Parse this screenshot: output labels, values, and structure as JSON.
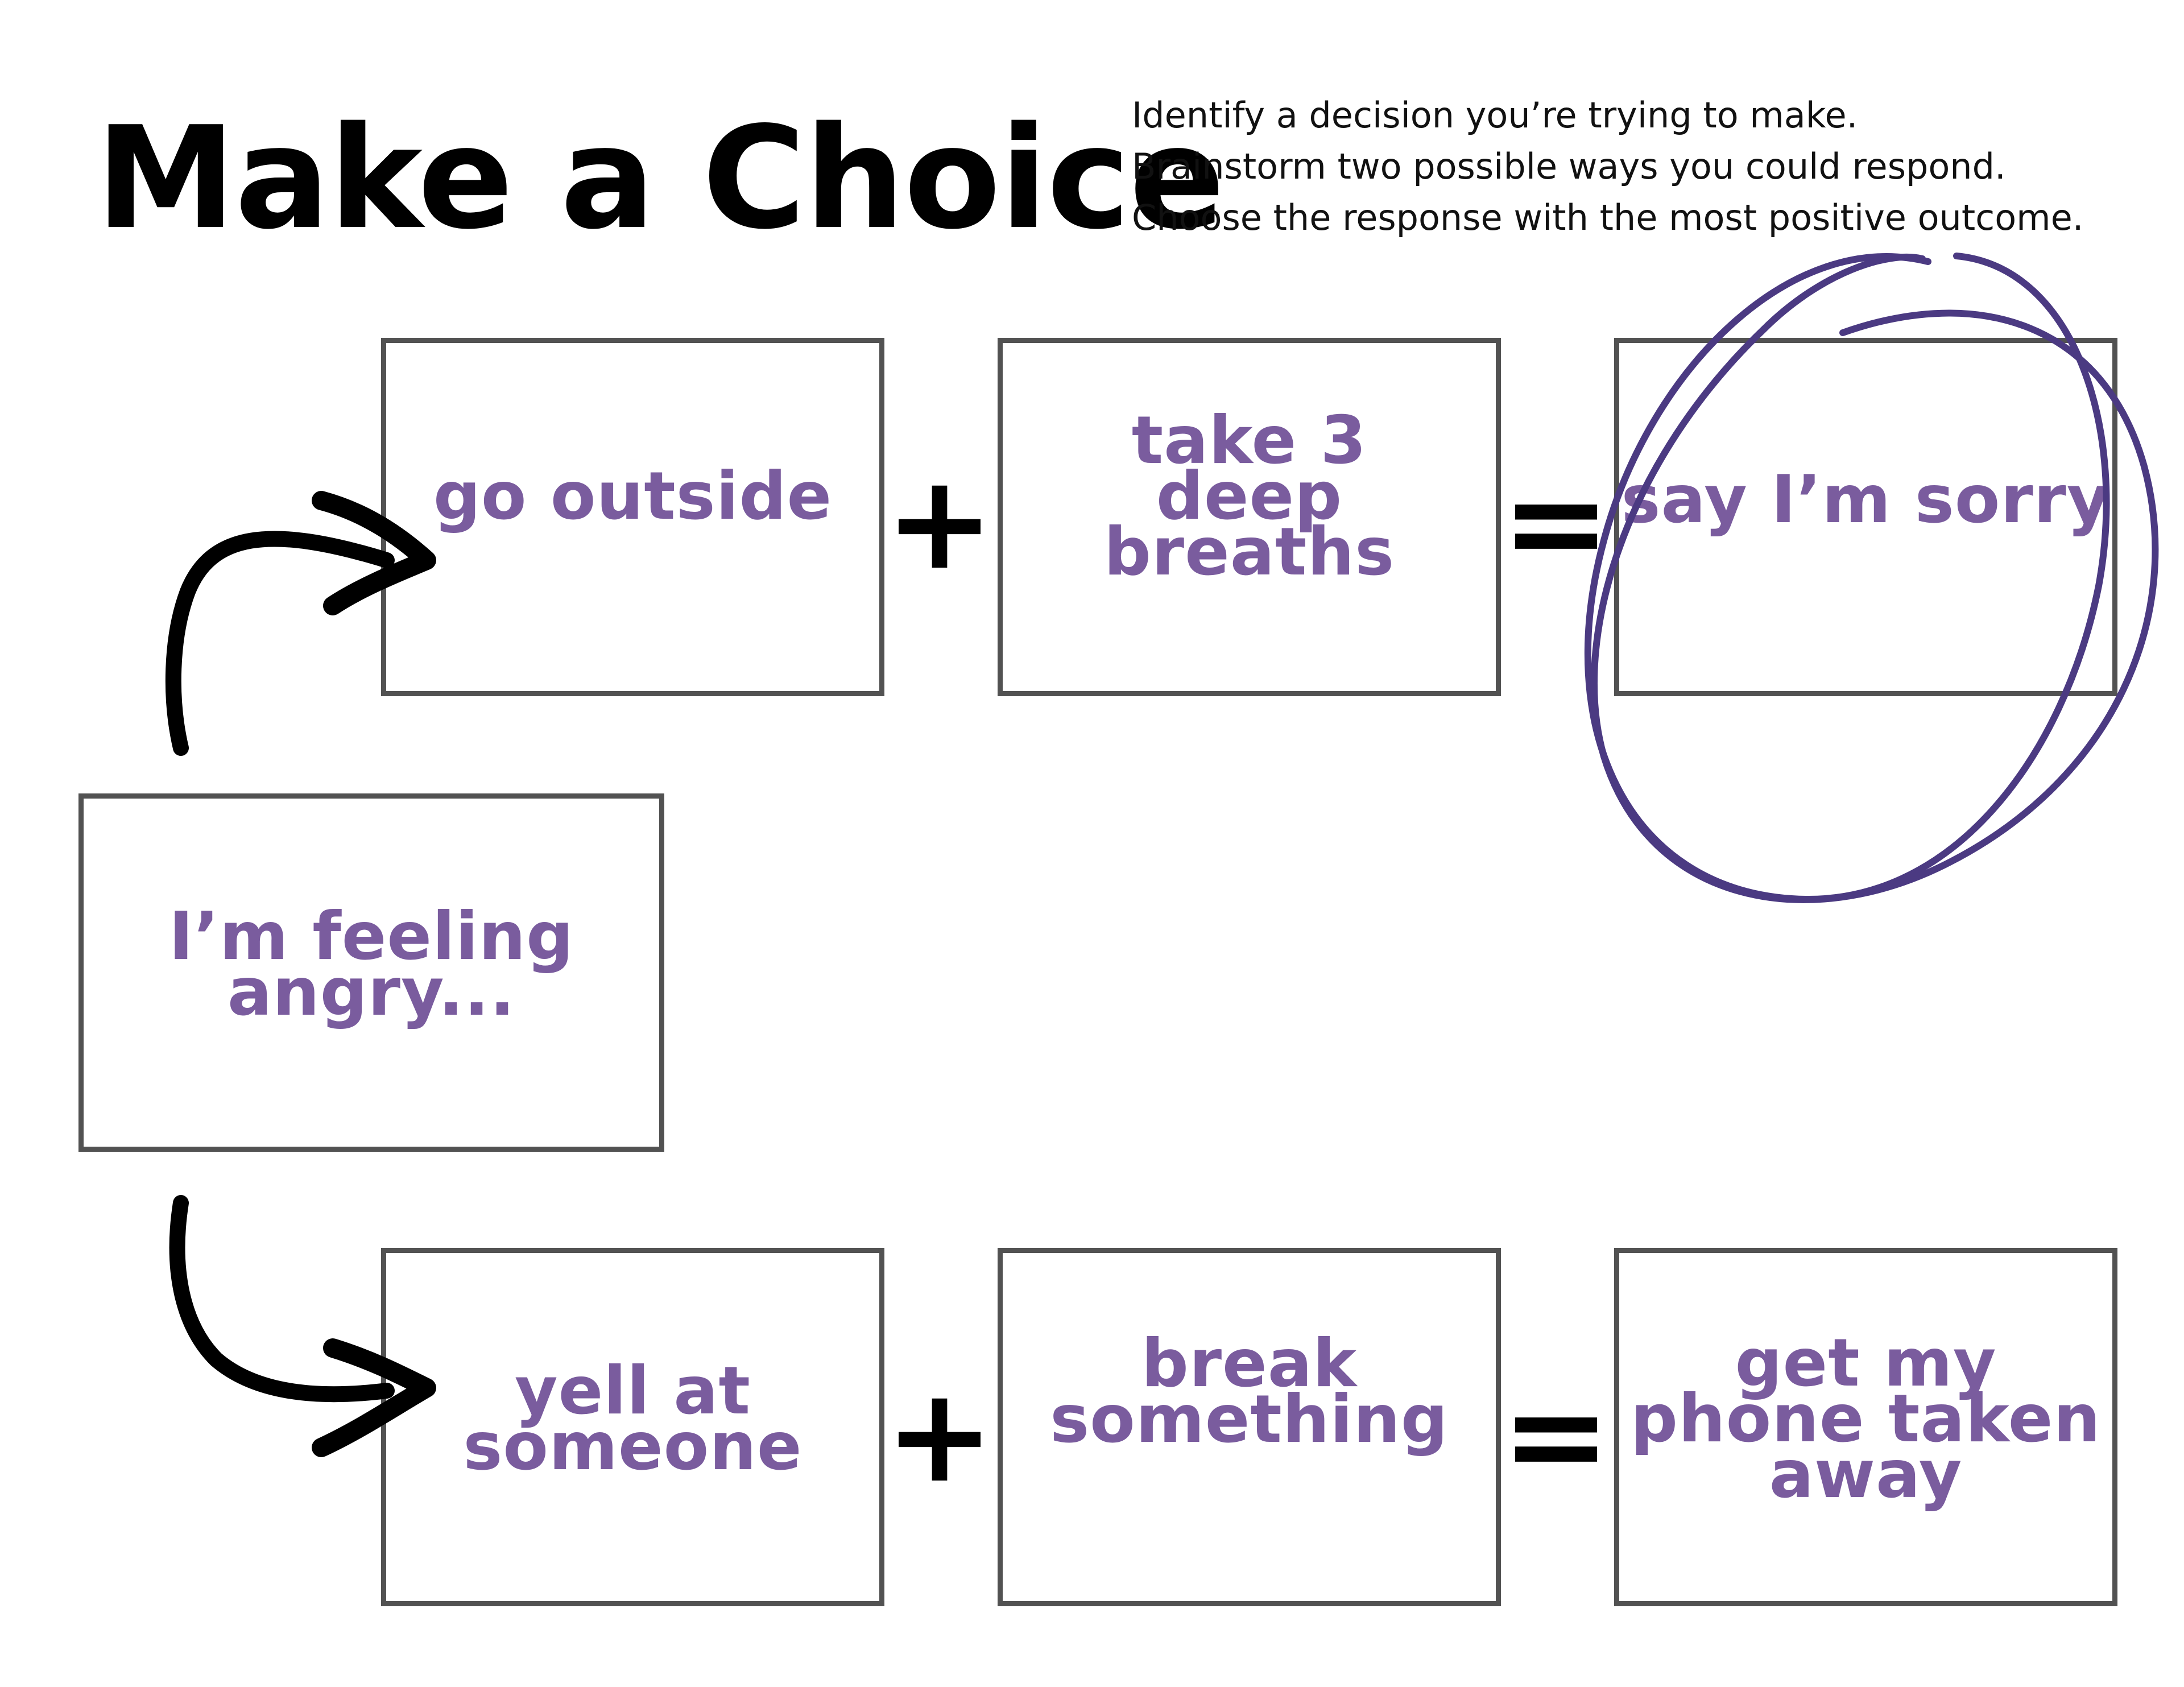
{
  "title": "Make a Choice",
  "instructions": [
    "Identify a decision you’re trying to make.",
    "Brainstorm two possible ways you could respond.",
    "Choose the response with the most positive outcome."
  ],
  "start": {
    "text": "I’m feeling\nangry..."
  },
  "top_row": {
    "first": "go outside",
    "second": "take 3\ndeep breaths",
    "outcome": "say I’m sorry",
    "plus": "+",
    "equals": "="
  },
  "bottom_row": {
    "first": "yell at\nsomeone",
    "second": "break\nsomething",
    "outcome": "get my\nphone taken\naway",
    "plus": "+",
    "equals": "="
  },
  "colors": {
    "answer_text": "#7a5c9e",
    "box_border": "#525252",
    "circle": "#4b3a82",
    "arrow": "#000000"
  },
  "icons": {
    "arrow_up": "curved-arrow-icon",
    "arrow_down": "curved-arrow-icon",
    "highlight": "hand-drawn-circle-icon"
  }
}
